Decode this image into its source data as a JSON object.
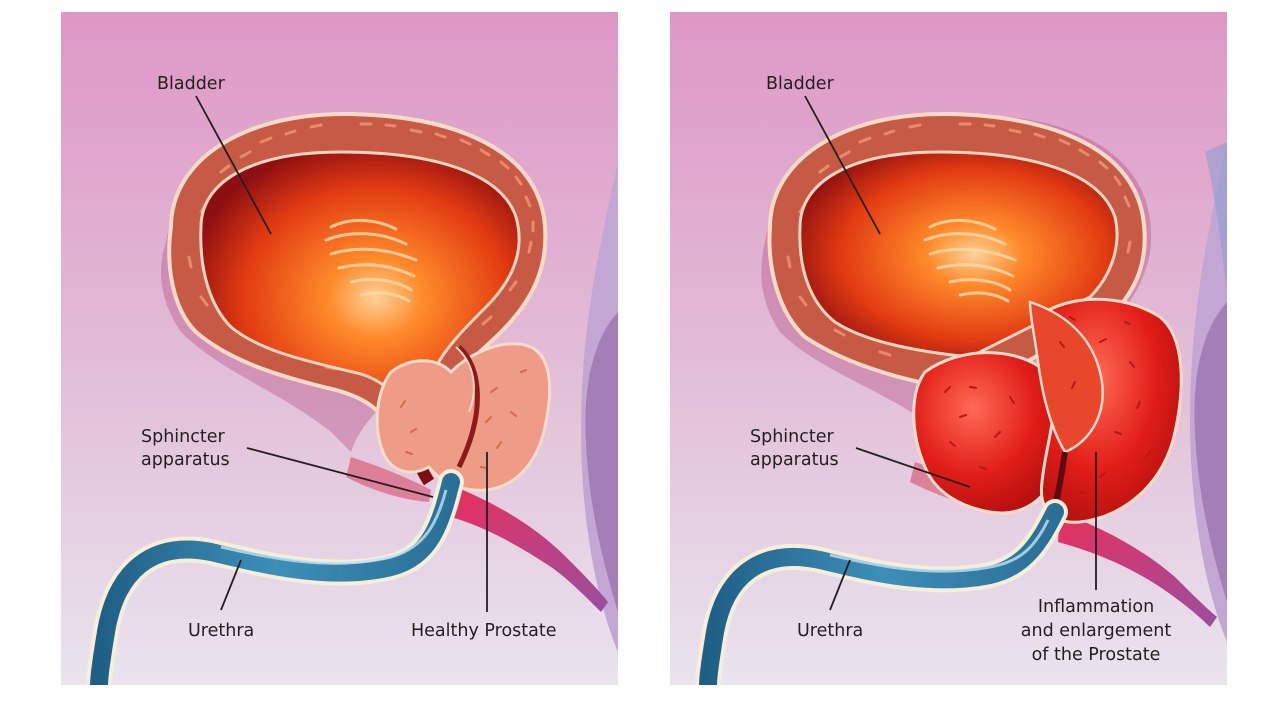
{
  "panels": [
    {
      "id": "healthy",
      "labels": {
        "bladder": "Bladder",
        "sphincter_line1": "Sphincter",
        "sphincter_line2": "apparatus",
        "urethra": "Urethra",
        "prostate_line1": "Healthy Prostate"
      }
    },
    {
      "id": "enlarged",
      "labels": {
        "bladder": "Bladder",
        "sphincter_line1": "Sphincter",
        "sphincter_line2": "apparatus",
        "urethra": "Urethra",
        "prostate_line1": "Inflammation",
        "prostate_line2": "and enlargement",
        "prostate_line3": "of the Prostate"
      }
    }
  ],
  "colors": {
    "background_top": "#dd98c6",
    "background_bottom": "#e9e3ee",
    "bladder_wall": "#c95b45",
    "bladder_outline": "#f7dcc8",
    "bladder_interior": "#ff6a14",
    "healthy_prostate": "#ef9a85",
    "enlarged_prostate": "#e01b17",
    "urethra": "#2f7ea5",
    "urethra_outline": "#f6eedb",
    "vessel": "#e8315f",
    "label_text": "#231f20"
  }
}
